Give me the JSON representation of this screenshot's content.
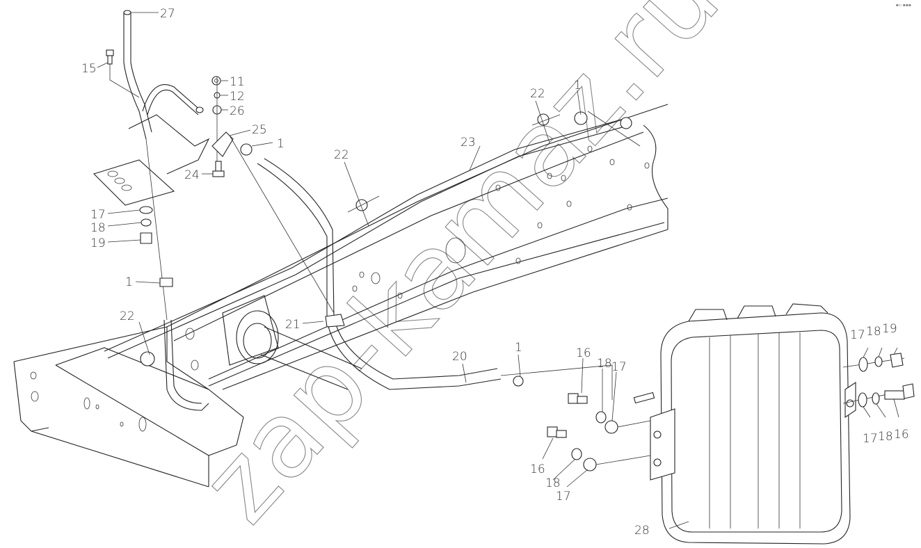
{
  "diagram": {
    "title": "Fuel line / tank assembly exploded view",
    "watermark": "zap-kamaz.ru",
    "corner_mark": "▪▫ ▪▪▪",
    "callouts": [
      {
        "id": "c27",
        "text": "27"
      },
      {
        "id": "c15",
        "text": "15"
      },
      {
        "id": "c11",
        "text": "11"
      },
      {
        "id": "c12",
        "text": "12"
      },
      {
        "id": "c26",
        "text": "26"
      },
      {
        "id": "c25",
        "text": "25"
      },
      {
        "id": "c1a",
        "text": "1"
      },
      {
        "id": "c24",
        "text": "24"
      },
      {
        "id": "c17a",
        "text": "17"
      },
      {
        "id": "c18a",
        "text": "18"
      },
      {
        "id": "c19a",
        "text": "19"
      },
      {
        "id": "c1b",
        "text": "1"
      },
      {
        "id": "c22a",
        "text": "22"
      },
      {
        "id": "c22b",
        "text": "22"
      },
      {
        "id": "c23",
        "text": "23"
      },
      {
        "id": "c22c",
        "text": "22"
      },
      {
        "id": "c1c",
        "text": "1"
      },
      {
        "id": "c21",
        "text": "21"
      },
      {
        "id": "c20",
        "text": "20"
      },
      {
        "id": "c1d",
        "text": "1"
      },
      {
        "id": "c16a",
        "text": "16"
      },
      {
        "id": "c18b",
        "text": "18"
      },
      {
        "id": "c17b",
        "text": "17"
      },
      {
        "id": "c16b",
        "text": "16"
      },
      {
        "id": "c18c",
        "text": "18"
      },
      {
        "id": "c17c",
        "text": "17"
      },
      {
        "id": "c17d",
        "text": "17"
      },
      {
        "id": "c18d",
        "text": "18"
      },
      {
        "id": "c19b",
        "text": "19"
      },
      {
        "id": "c17e",
        "text": "17"
      },
      {
        "id": "c18e",
        "text": "18"
      },
      {
        "id": "c16c",
        "text": "16"
      },
      {
        "id": "c28",
        "text": "28"
      }
    ]
  }
}
